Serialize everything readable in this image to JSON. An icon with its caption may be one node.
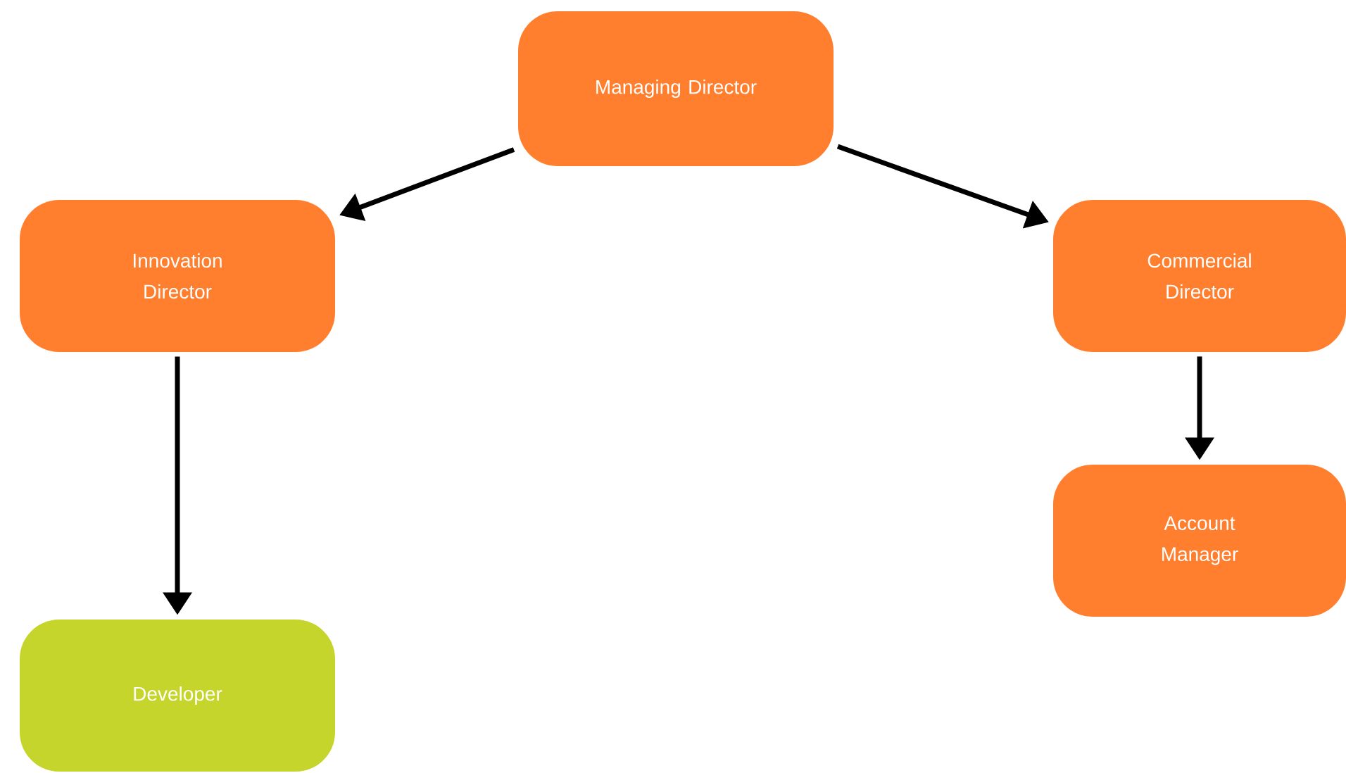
{
  "diagram": {
    "nodes": [
      {
        "text": [
          "Managing Director"
        ]
      },
      {
        "text": [
          "Innovation Director"
        ]
      },
      {
        "text": [
          "Commercial Director"
        ]
      },
      {
        "text": [
          "Account Manager"
        ]
      },
      {
        "text": [
          "Developer"
        ]
      }
    ],
    "edges": [
      {
        "from": 0,
        "to": 1,
        "arrow": "to"
      },
      {
        "from": 0,
        "to": 2,
        "arrow": "to"
      },
      {
        "from": 1,
        "to": 4,
        "arrow": "to"
      },
      {
        "from": 2,
        "to": 3,
        "arrow": "to"
      }
    ]
  }
}
